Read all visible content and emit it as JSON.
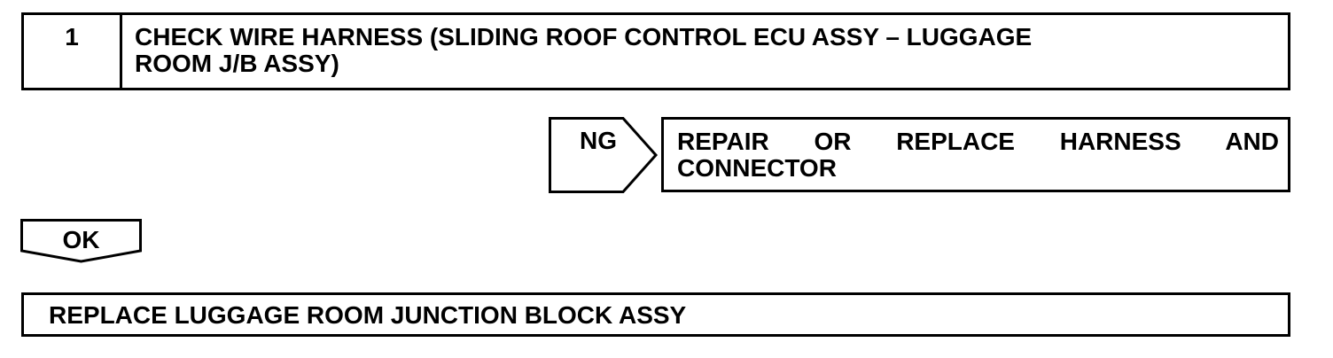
{
  "step": {
    "number": "1",
    "title_line1": "CHECK WIRE HARNESS (SLIDING ROOF CONTROL ECU ASSY – LUGGAGE",
    "title_line2": "ROOM J/B ASSY)"
  },
  "ng_branch": {
    "label": "NG",
    "action_line1": "REPAIR OR REPLACE HARNESS AND",
    "action_line2": "CONNECTOR"
  },
  "ok_branch": {
    "label": "OK"
  },
  "result": {
    "text": "REPLACE LUGGAGE ROOM JUNCTION BLOCK ASSY"
  },
  "colors": {
    "line": "#000000",
    "background": "#ffffff"
  }
}
